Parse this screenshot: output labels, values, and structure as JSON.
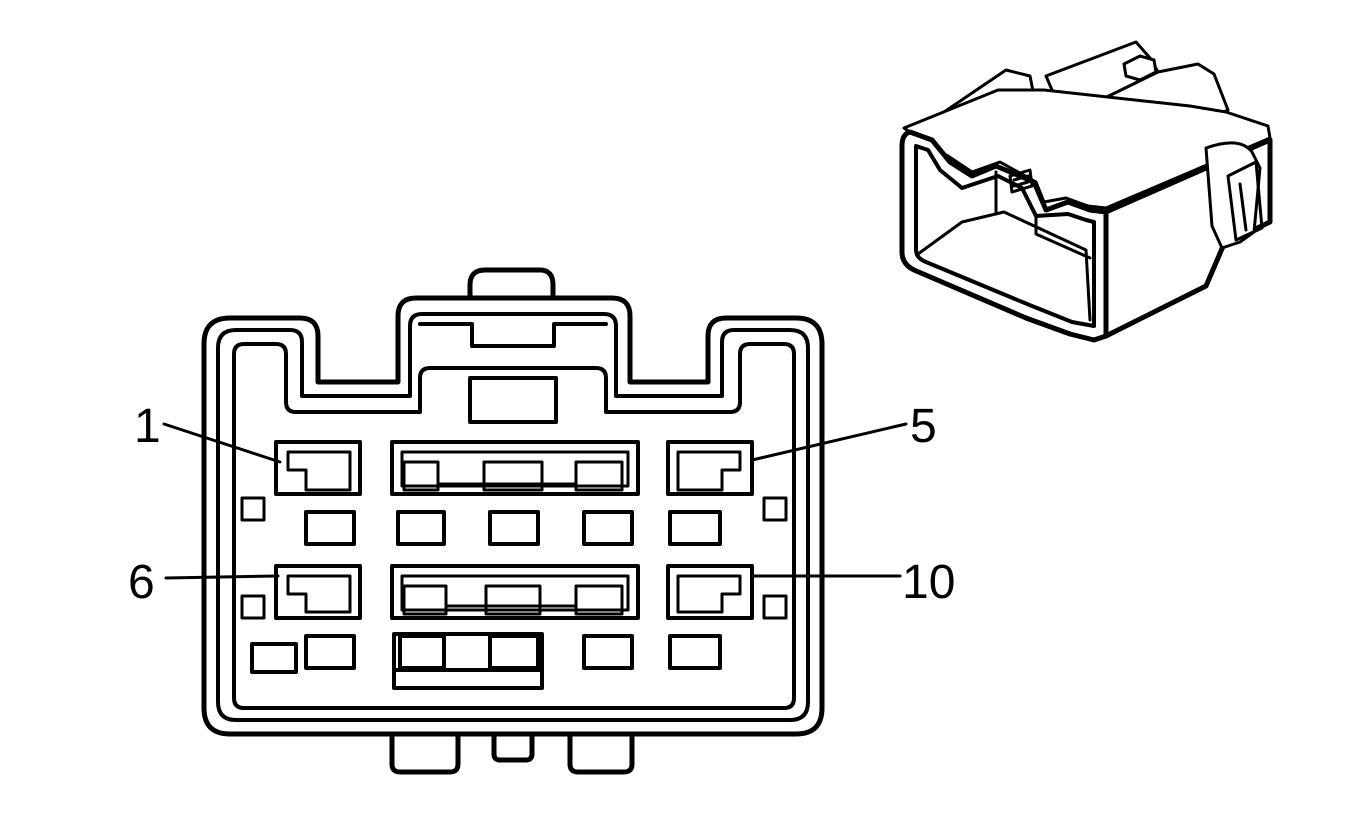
{
  "pin_labels": {
    "pin_1": "1",
    "pin_5": "5",
    "pin_6": "6",
    "pin_10": "10"
  },
  "colors": {
    "line": "#000000",
    "background": "#ffffff"
  }
}
